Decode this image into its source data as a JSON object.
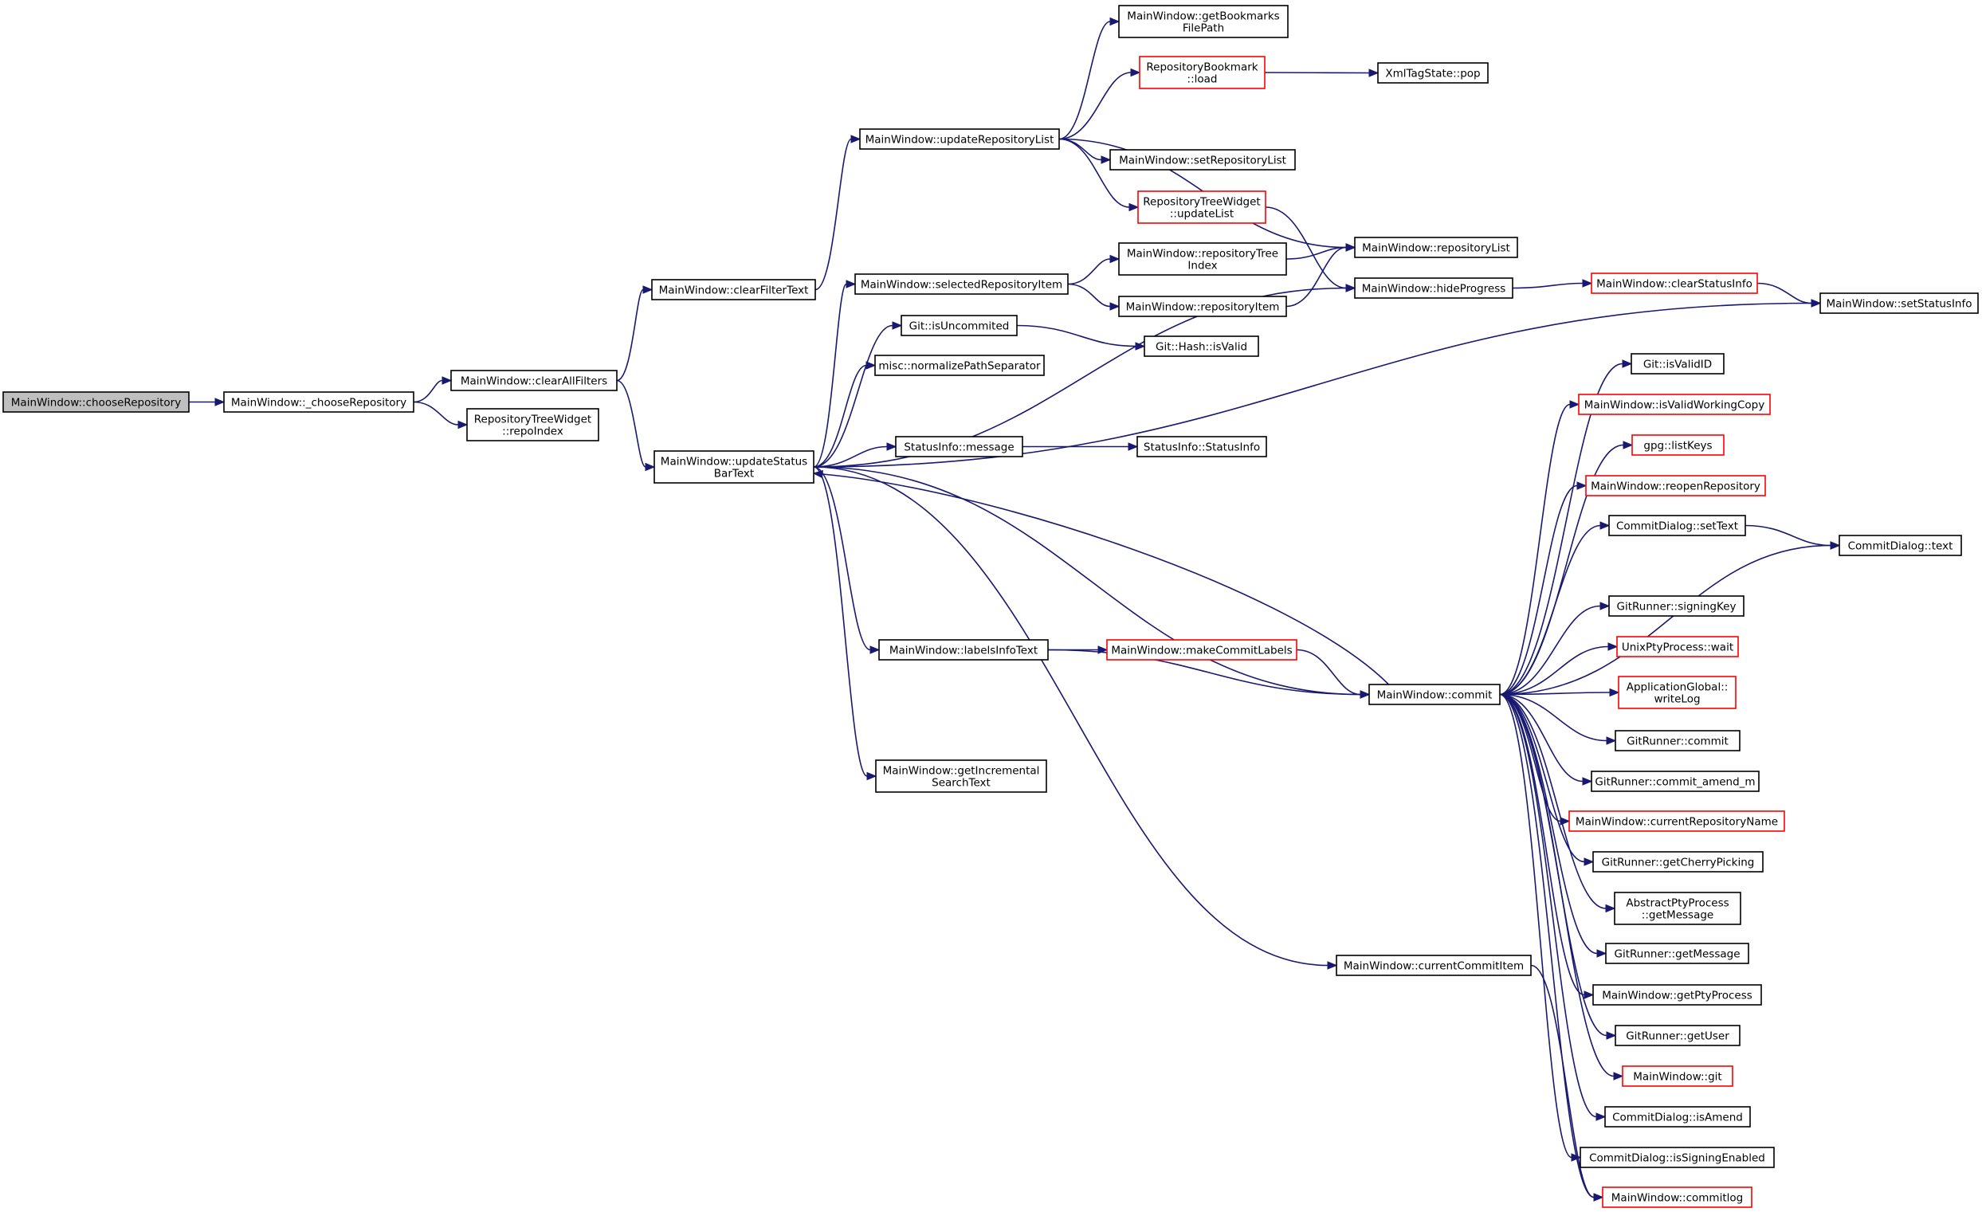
{
  "colors": {
    "edge": "#191970",
    "border_default": "#000000",
    "border_highlight": "#ff0000",
    "fill_default": "#ffffff",
    "fill_root": "#bfbfbf"
  },
  "nodes": [
    {
      "id": "chooseRepository",
      "lines": [
        "MainWindow::chooseRepository"
      ],
      "style": "root"
    },
    {
      "id": "_chooseRepository",
      "lines": [
        "MainWindow::_chooseRepository"
      ],
      "style": "normal"
    },
    {
      "id": "clearAllFilters",
      "lines": [
        "MainWindow::clearAllFilters"
      ],
      "style": "normal"
    },
    {
      "id": "repoIndex",
      "lines": [
        "RepositoryTreeWidget",
        "::repoIndex"
      ],
      "style": "normal"
    },
    {
      "id": "clearFilterText",
      "lines": [
        "MainWindow::clearFilterText"
      ],
      "style": "normal"
    },
    {
      "id": "updateStatusBarText",
      "lines": [
        "MainWindow::updateStatus",
        "BarText"
      ],
      "style": "normal"
    },
    {
      "id": "updateRepositoryList",
      "lines": [
        "MainWindow::updateRepositoryList"
      ],
      "style": "normal"
    },
    {
      "id": "getBookmarksFilePath",
      "lines": [
        "MainWindow::getBookmarks",
        "FilePath"
      ],
      "style": "normal"
    },
    {
      "id": "bookmarkLoad",
      "lines": [
        "RepositoryBookmark",
        "::load"
      ],
      "style": "highlight"
    },
    {
      "id": "xmlPop",
      "lines": [
        "XmlTagState::pop"
      ],
      "style": "normal"
    },
    {
      "id": "setRepositoryList",
      "lines": [
        "MainWindow::setRepositoryList"
      ],
      "style": "normal"
    },
    {
      "id": "treeUpdateList",
      "lines": [
        "RepositoryTreeWidget",
        "::updateList"
      ],
      "style": "highlight"
    },
    {
      "id": "repositoryList",
      "lines": [
        "MainWindow::repositoryList"
      ],
      "style": "normal"
    },
    {
      "id": "selectedRepositoryItem",
      "lines": [
        "MainWindow::selectedRepositoryItem"
      ],
      "style": "normal"
    },
    {
      "id": "repositoryTreeIndex",
      "lines": [
        "MainWindow::repositoryTree",
        "Index"
      ],
      "style": "normal"
    },
    {
      "id": "repositoryItem",
      "lines": [
        "MainWindow::repositoryItem"
      ],
      "style": "normal"
    },
    {
      "id": "hideProgress",
      "lines": [
        "MainWindow::hideProgress"
      ],
      "style": "normal"
    },
    {
      "id": "clearStatusInfo",
      "lines": [
        "MainWindow::clearStatusInfo"
      ],
      "style": "highlight"
    },
    {
      "id": "setStatusInfo",
      "lines": [
        "MainWindow::setStatusInfo"
      ],
      "style": "normal"
    },
    {
      "id": "isUncommited",
      "lines": [
        "Git::isUncommited"
      ],
      "style": "normal"
    },
    {
      "id": "hashIsValid",
      "lines": [
        "Git::Hash::isValid"
      ],
      "style": "normal"
    },
    {
      "id": "normalizePathSeparator",
      "lines": [
        "misc::normalizePathSeparator"
      ],
      "style": "normal"
    },
    {
      "id": "statusInfoMessage",
      "lines": [
        "StatusInfo::message"
      ],
      "style": "normal"
    },
    {
      "id": "statusInfoCtor",
      "lines": [
        "StatusInfo::StatusInfo"
      ],
      "style": "normal"
    },
    {
      "id": "isValidID",
      "lines": [
        "Git::isValidID"
      ],
      "style": "normal"
    },
    {
      "id": "isValidWorkingCopy",
      "lines": [
        "MainWindow::isValidWorkingCopy"
      ],
      "style": "highlight"
    },
    {
      "id": "gpgListKeys",
      "lines": [
        "gpg::listKeys"
      ],
      "style": "highlight"
    },
    {
      "id": "reopenRepository",
      "lines": [
        "MainWindow::reopenRepository"
      ],
      "style": "highlight"
    },
    {
      "id": "commitDialogSetText",
      "lines": [
        "CommitDialog::setText"
      ],
      "style": "normal"
    },
    {
      "id": "commitDialogText",
      "lines": [
        "CommitDialog::text"
      ],
      "style": "normal"
    },
    {
      "id": "signingKey",
      "lines": [
        "GitRunner::signingKey"
      ],
      "style": "normal"
    },
    {
      "id": "ptyWait",
      "lines": [
        "UnixPtyProcess::wait"
      ],
      "style": "highlight"
    },
    {
      "id": "writeLog",
      "lines": [
        "ApplicationGlobal::",
        "writeLog"
      ],
      "style": "highlight"
    },
    {
      "id": "labelsInfoText",
      "lines": [
        "MainWindow::labelsInfoText"
      ],
      "style": "normal"
    },
    {
      "id": "makeCommitLabels",
      "lines": [
        "MainWindow::makeCommitLabels"
      ],
      "style": "highlight"
    },
    {
      "id": "commit",
      "lines": [
        "MainWindow::commit"
      ],
      "style": "normal"
    },
    {
      "id": "gitRunnerCommit",
      "lines": [
        "GitRunner::commit"
      ],
      "style": "normal"
    },
    {
      "id": "commitAmend",
      "lines": [
        "GitRunner::commit_amend_m"
      ],
      "style": "normal"
    },
    {
      "id": "currentRepositoryName",
      "lines": [
        "MainWindow::currentRepositoryName"
      ],
      "style": "highlight"
    },
    {
      "id": "getCherryPicking",
      "lines": [
        "GitRunner::getCherryPicking"
      ],
      "style": "normal"
    },
    {
      "id": "ptyGetMessage",
      "lines": [
        "AbstractPtyProcess",
        "::getMessage"
      ],
      "style": "normal"
    },
    {
      "id": "getIncrementalSearchText",
      "lines": [
        "MainWindow::getIncremental",
        "SearchText"
      ],
      "style": "normal"
    },
    {
      "id": "gitRunnerGetMessage",
      "lines": [
        "GitRunner::getMessage"
      ],
      "style": "normal"
    },
    {
      "id": "getPtyProcess",
      "lines": [
        "MainWindow::getPtyProcess"
      ],
      "style": "normal"
    },
    {
      "id": "currentCommitItem",
      "lines": [
        "MainWindow::currentCommitItem"
      ],
      "style": "normal"
    },
    {
      "id": "getUser",
      "lines": [
        "GitRunner::getUser"
      ],
      "style": "normal"
    },
    {
      "id": "mainWindowGit",
      "lines": [
        "MainWindow::git"
      ],
      "style": "highlight"
    },
    {
      "id": "isAmend",
      "lines": [
        "CommitDialog::isAmend"
      ],
      "style": "normal"
    },
    {
      "id": "isSigningEnabled",
      "lines": [
        "CommitDialog::isSigningEnabled"
      ],
      "style": "normal"
    },
    {
      "id": "commitlog",
      "lines": [
        "MainWindow::commitlog"
      ],
      "style": "highlight"
    }
  ],
  "edges": [
    [
      "chooseRepository",
      "_chooseRepository"
    ],
    [
      "_chooseRepository",
      "clearAllFilters"
    ],
    [
      "_chooseRepository",
      "repoIndex"
    ],
    [
      "clearAllFilters",
      "clearFilterText"
    ],
    [
      "clearAllFilters",
      "updateStatusBarText"
    ],
    [
      "clearFilterText",
      "updateRepositoryList"
    ],
    [
      "updateRepositoryList",
      "getBookmarksFilePath"
    ],
    [
      "updateRepositoryList",
      "bookmarkLoad"
    ],
    [
      "updateRepositoryList",
      "setRepositoryList"
    ],
    [
      "updateRepositoryList",
      "treeUpdateList"
    ],
    [
      "updateRepositoryList",
      "repositoryList"
    ],
    [
      "bookmarkLoad",
      "xmlPop"
    ],
    [
      "treeUpdateList",
      "hideProgress"
    ],
    [
      "updateStatusBarText",
      "selectedRepositoryItem"
    ],
    [
      "updateStatusBarText",
      "isUncommited"
    ],
    [
      "updateStatusBarText",
      "normalizePathSeparator"
    ],
    [
      "updateStatusBarText",
      "hideProgress"
    ],
    [
      "updateStatusBarText",
      "statusInfoMessage"
    ],
    [
      "updateStatusBarText",
      "setStatusInfo"
    ],
    [
      "updateStatusBarText",
      "labelsInfoText"
    ],
    [
      "updateStatusBarText",
      "commit"
    ],
    [
      "updateStatusBarText",
      "getIncrementalSearchText"
    ],
    [
      "updateStatusBarText",
      "currentCommitItem"
    ],
    [
      "selectedRepositoryItem",
      "repositoryTreeIndex"
    ],
    [
      "selectedRepositoryItem",
      "repositoryItem"
    ],
    [
      "repositoryTreeIndex",
      "repositoryList"
    ],
    [
      "repositoryItem",
      "repositoryList"
    ],
    [
      "hideProgress",
      "clearStatusInfo"
    ],
    [
      "clearStatusInfo",
      "setStatusInfo"
    ],
    [
      "isUncommited",
      "hashIsValid"
    ],
    [
      "statusInfoMessage",
      "statusInfoCtor"
    ],
    [
      "labelsInfoText",
      "makeCommitLabels"
    ],
    [
      "labelsInfoText",
      "commit"
    ],
    [
      "makeCommitLabels",
      "commit"
    ],
    [
      "commit",
      "updateStatusBarText"
    ],
    [
      "commit",
      "isValidID"
    ],
    [
      "commit",
      "isValidWorkingCopy"
    ],
    [
      "commit",
      "gpgListKeys"
    ],
    [
      "commit",
      "reopenRepository"
    ],
    [
      "commit",
      "commitDialogSetText"
    ],
    [
      "commit",
      "commitDialogText"
    ],
    [
      "commitDialogSetText",
      "commitDialogText"
    ],
    [
      "commit",
      "signingKey"
    ],
    [
      "commit",
      "ptyWait"
    ],
    [
      "commit",
      "writeLog"
    ],
    [
      "commit",
      "gitRunnerCommit"
    ],
    [
      "commit",
      "commitAmend"
    ],
    [
      "commit",
      "currentRepositoryName"
    ],
    [
      "commit",
      "getCherryPicking"
    ],
    [
      "commit",
      "ptyGetMessage"
    ],
    [
      "commit",
      "gitRunnerGetMessage"
    ],
    [
      "commit",
      "getPtyProcess"
    ],
    [
      "commit",
      "getUser"
    ],
    [
      "commit",
      "mainWindowGit"
    ],
    [
      "commit",
      "isAmend"
    ],
    [
      "commit",
      "isSigningEnabled"
    ],
    [
      "commit",
      "commitlog"
    ],
    [
      "currentCommitItem",
      "commitlog"
    ]
  ]
}
